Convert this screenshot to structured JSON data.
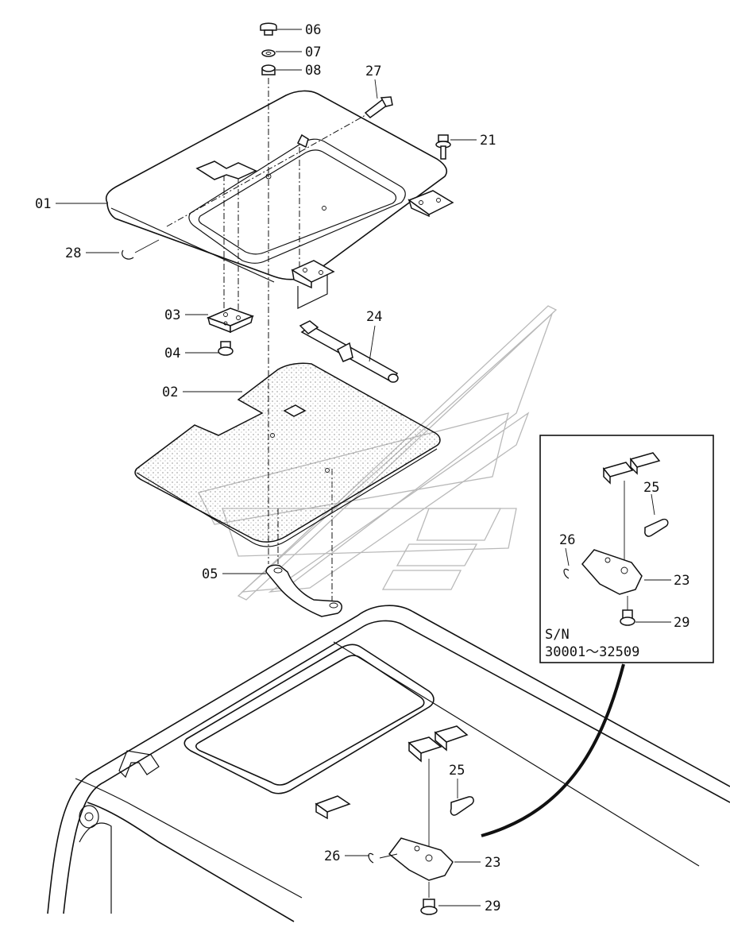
{
  "diagram": {
    "callouts": [
      {
        "id": "06",
        "text": "06"
      },
      {
        "id": "07",
        "text": "07"
      },
      {
        "id": "08",
        "text": "08"
      },
      {
        "id": "27",
        "text": "27"
      },
      {
        "id": "21",
        "text": "21"
      },
      {
        "id": "01",
        "text": "01"
      },
      {
        "id": "28",
        "text": "28"
      },
      {
        "id": "03",
        "text": "03"
      },
      {
        "id": "04",
        "text": "04"
      },
      {
        "id": "24",
        "text": "24"
      },
      {
        "id": "02",
        "text": "02"
      },
      {
        "id": "05",
        "text": "05"
      },
      {
        "id": "25",
        "text": "25"
      },
      {
        "id": "26",
        "text": "26"
      },
      {
        "id": "23",
        "text": "23"
      },
      {
        "id": "29",
        "text": "29"
      }
    ],
    "inset": {
      "serial_label": "S/N",
      "serial_range": "30001～32509",
      "callouts": {
        "c25": "25",
        "c26": "26",
        "c23": "23",
        "c29": "29"
      }
    }
  }
}
